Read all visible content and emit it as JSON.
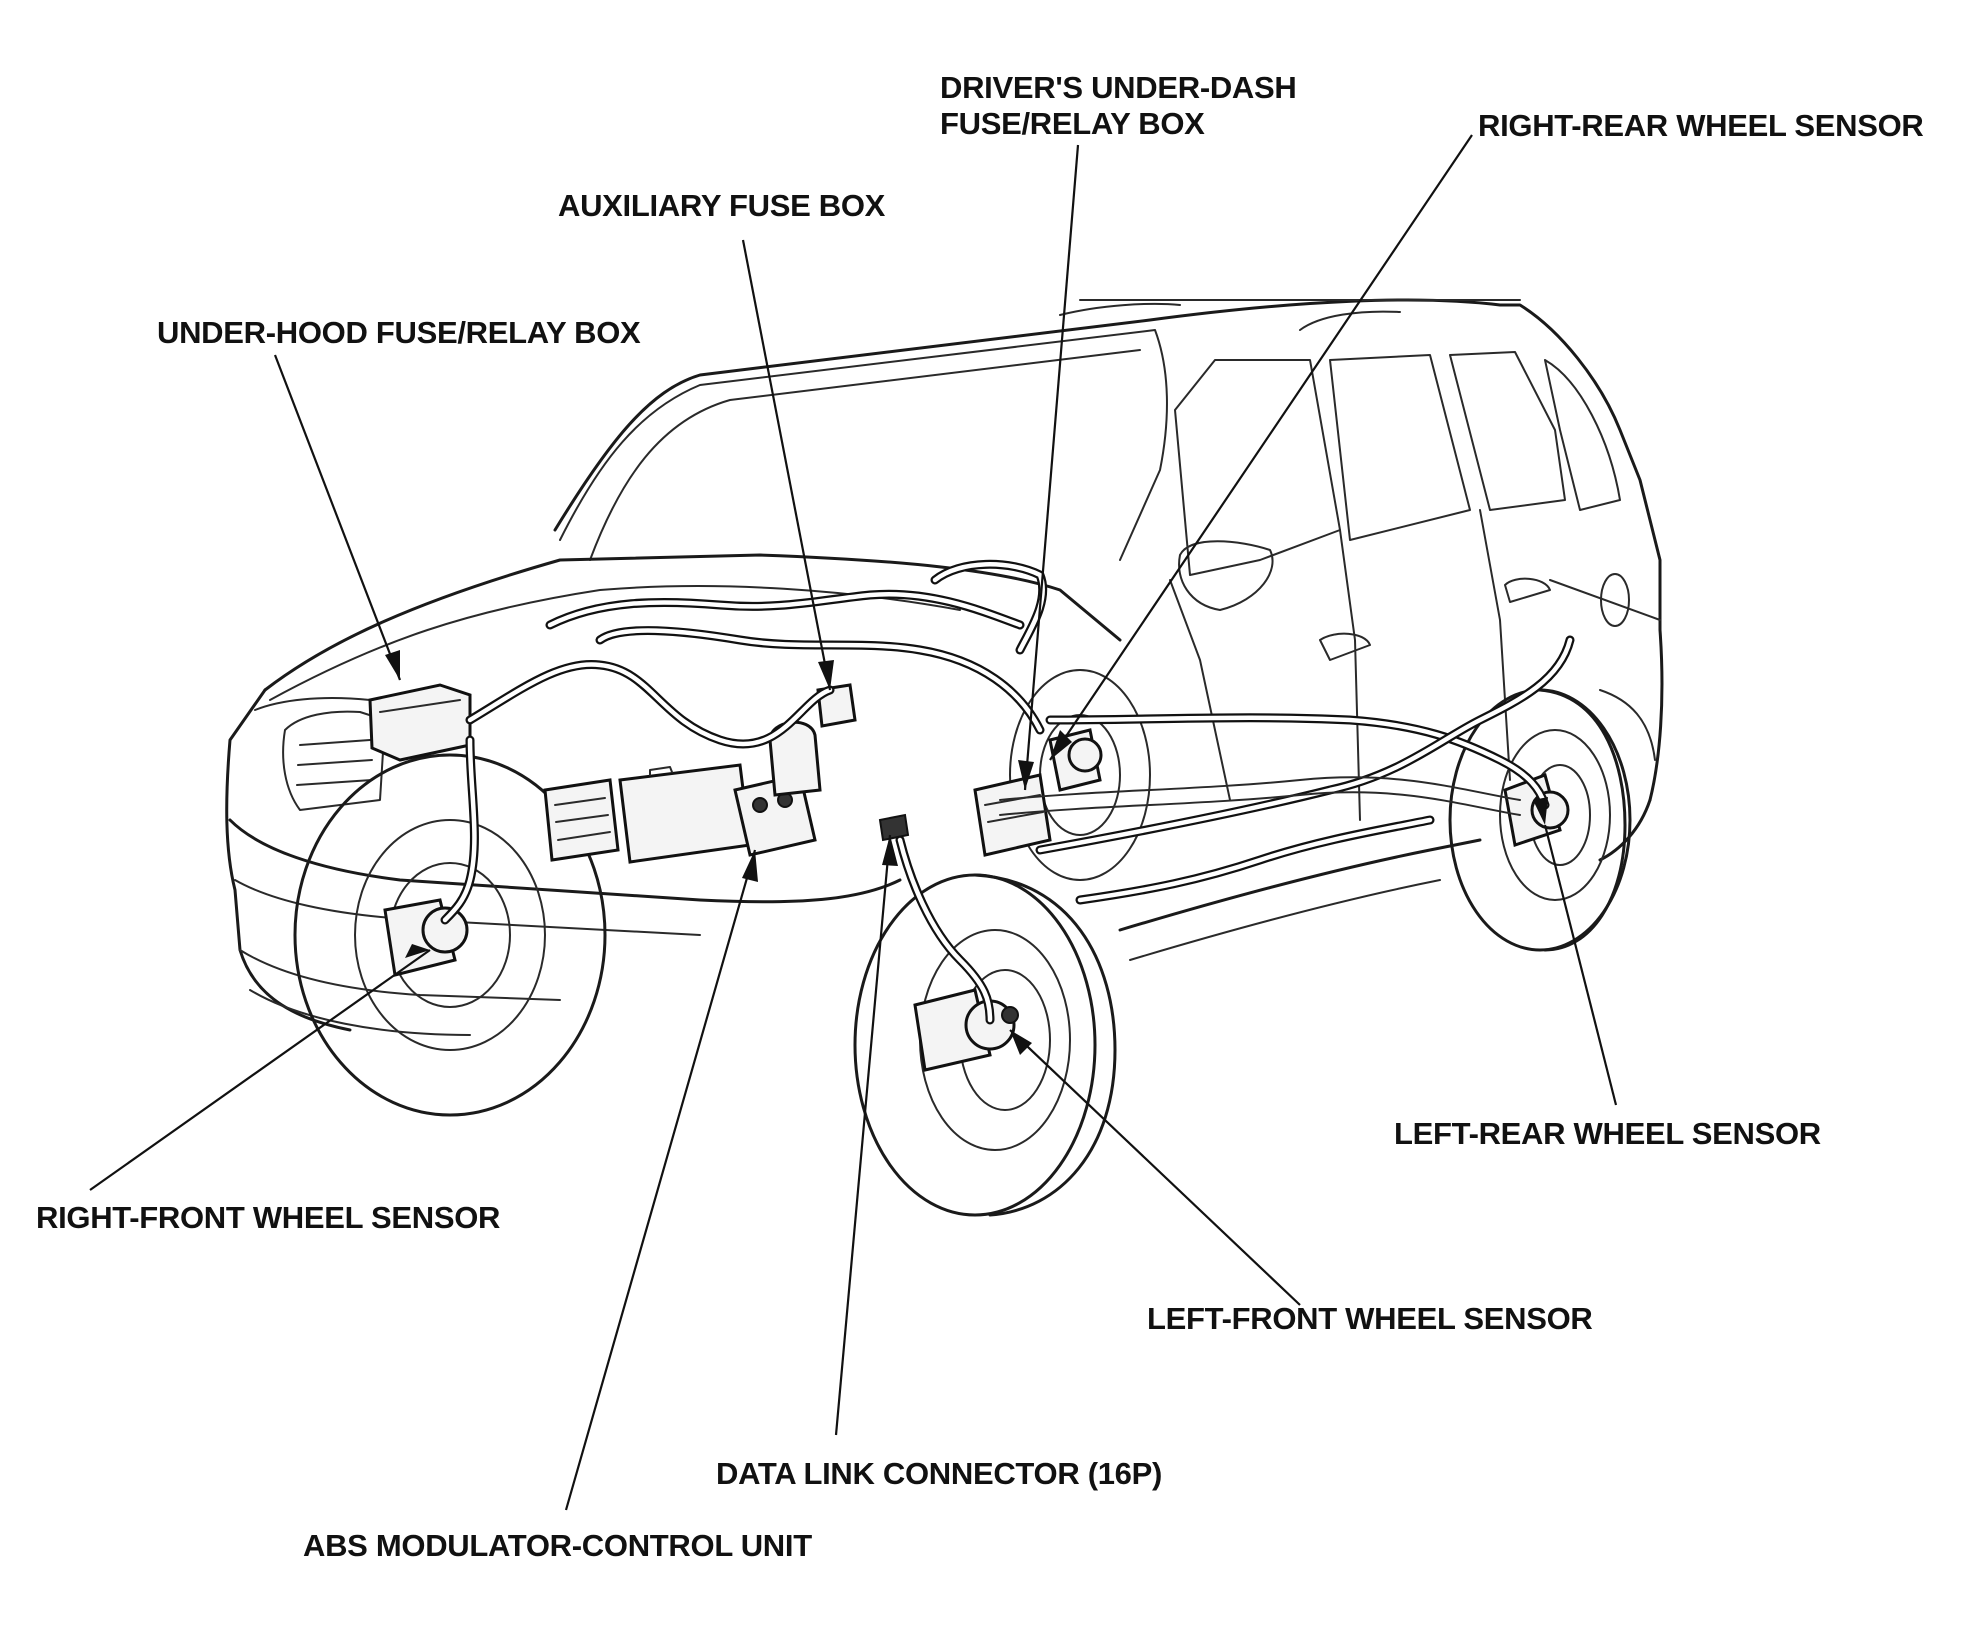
{
  "diagram": {
    "labels": {
      "drivers_under_dash": "DRIVER'S UNDER-DASH\nFUSE/RELAY BOX",
      "right_rear_sensor": "RIGHT-REAR WHEEL SENSOR",
      "auxiliary_fuse_box": "AUXILIARY FUSE BOX",
      "under_hood_box": "UNDER-HOOD FUSE/RELAY BOX",
      "right_front_sensor": "RIGHT-FRONT WHEEL SENSOR",
      "left_rear_sensor": "LEFT-REAR WHEEL SENSOR",
      "left_front_sensor": "LEFT-FRONT WHEEL SENSOR",
      "data_link_connector": "DATA LINK CONNECTOR (16P)",
      "abs_modulator": "ABS MODULATOR-CONTROL UNIT"
    },
    "colors": {
      "ink": "#111111",
      "background": "#ffffff"
    }
  }
}
